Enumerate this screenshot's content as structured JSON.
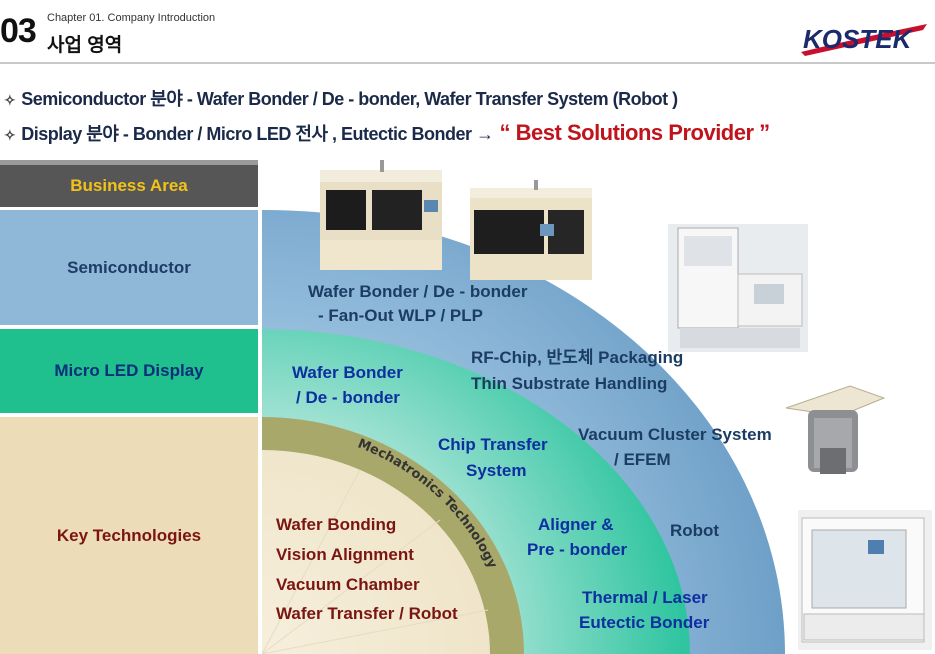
{
  "header": {
    "number": "03",
    "chapter": "Chapter 01. Company Introduction",
    "title": "사업 영역",
    "logo_text": "KOSTEK"
  },
  "bullets": {
    "line1": "Semiconductor 분야 - Wafer Bonder / De - bonder, Wafer Transfer System (Robot )",
    "line2": "Display 분야 - Bonder / Micro LED 전사 , Eutectic Bonder →",
    "tagline": "“ Best Solutions Provider ”",
    "marker": "✧"
  },
  "rows": {
    "business_area": "Business Area",
    "semiconductor": "Semiconductor",
    "micro_led": "Micro LED Display",
    "key_tech": "Key Technologies"
  },
  "diagram": {
    "semi_line1": "Wafer Bonder / De - bonder",
    "semi_line2": "- Fan-Out WLP / PLP",
    "rf_line1": "RF-Chip, 반도체 Packaging",
    "rf_line2": "Thin Substrate Handling",
    "vac_line1": "Vacuum Cluster System",
    "vac_line2": "/ EFEM",
    "robot": "Robot",
    "led_line1": "Wafer Bonder",
    "led_line2": "/ De - bonder",
    "chip_line1": "Chip Transfer",
    "chip_line2": "System",
    "aligner_line1": "Aligner &",
    "aligner_line2": "Pre - bonder",
    "thermal_line1": "Thermal / Laser",
    "thermal_line2": "Eutectic Bonder",
    "arc_text": "Mechatronics Technology",
    "key1": "Wafer Bonding",
    "key2": "Vision Alignment",
    "key3": "Vacuum Chamber",
    "key4": "Wafer Transfer / Robot"
  },
  "colors": {
    "semi_band": "#8fb8d8",
    "led_band": "#1fbf8e",
    "key_band": "#ecdcb8",
    "tagline": "#c0141c",
    "logo_red": "#c8102e",
    "logo_navy": "#1b2a6b"
  }
}
